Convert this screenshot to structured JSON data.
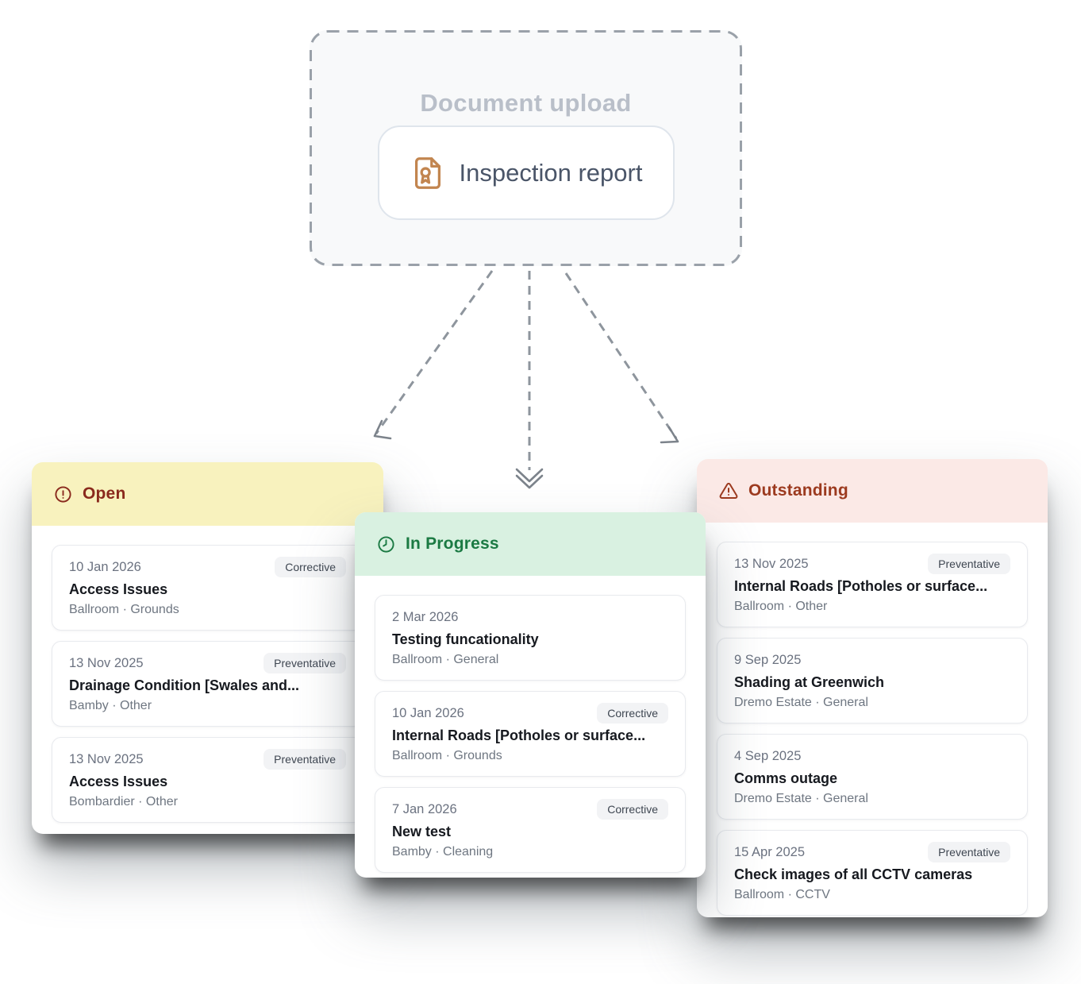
{
  "upload": {
    "title": "Document upload",
    "button": {
      "label": "Inspection report",
      "icon": "certificate-document-icon",
      "icon_color": "#C2854F"
    }
  },
  "connectors": {
    "style": "dashed",
    "color": "#8E959D",
    "middle_arrow": "double-chevron-down"
  },
  "columns": [
    {
      "label": "Open",
      "icon": "alert-circle-icon",
      "colors": {
        "header_bg": "#F8F2BE",
        "header_text": "#8A2A1D"
      },
      "cards": [
        {
          "date": "10 Jan 2026",
          "badge": "Corrective",
          "title": "Access Issues",
          "meta": "Ballroom · Grounds"
        },
        {
          "date": "13 Nov 2025",
          "badge": "Preventative",
          "title": "Drainage Condition [Swales and...",
          "meta": "Bamby · Other"
        },
        {
          "date": "13 Nov 2025",
          "badge": "Preventative",
          "title": "Access Issues",
          "meta": "Bombardier · Other"
        }
      ]
    },
    {
      "label": "In Progress",
      "icon": "clock-icon",
      "colors": {
        "header_bg": "#D9F1E1",
        "header_text": "#1B7A43"
      },
      "cards": [
        {
          "date": "2 Mar 2026",
          "badge": null,
          "title": "Testing funcationality",
          "meta": "Ballroom · General"
        },
        {
          "date": "10 Jan 2026",
          "badge": "Corrective",
          "title": "Internal Roads [Potholes or surface...",
          "meta": "Ballroom · Grounds"
        },
        {
          "date": "7 Jan 2026",
          "badge": "Corrective",
          "title": "New test",
          "meta": "Bamby · Cleaning"
        }
      ]
    },
    {
      "label": "Outstanding",
      "icon": "alert-triangle-icon",
      "colors": {
        "header_bg": "#FBE9E6",
        "header_text": "#9C3A1F"
      },
      "cards": [
        {
          "date": "13 Nov 2025",
          "badge": "Preventative",
          "title": "Internal Roads [Potholes or surface...",
          "meta": "Ballroom · Other"
        },
        {
          "date": "9 Sep 2025",
          "badge": null,
          "title": "Shading at Greenwich",
          "meta": "Dremo Estate · General"
        },
        {
          "date": "4 Sep 2025",
          "badge": null,
          "title": "Comms outage",
          "meta": "Dremo Estate · General"
        },
        {
          "date": "15 Apr 2025",
          "badge": "Preventative",
          "title": "Check images of all CCTV cameras",
          "meta": "Ballroom · CCTV"
        }
      ]
    }
  ]
}
